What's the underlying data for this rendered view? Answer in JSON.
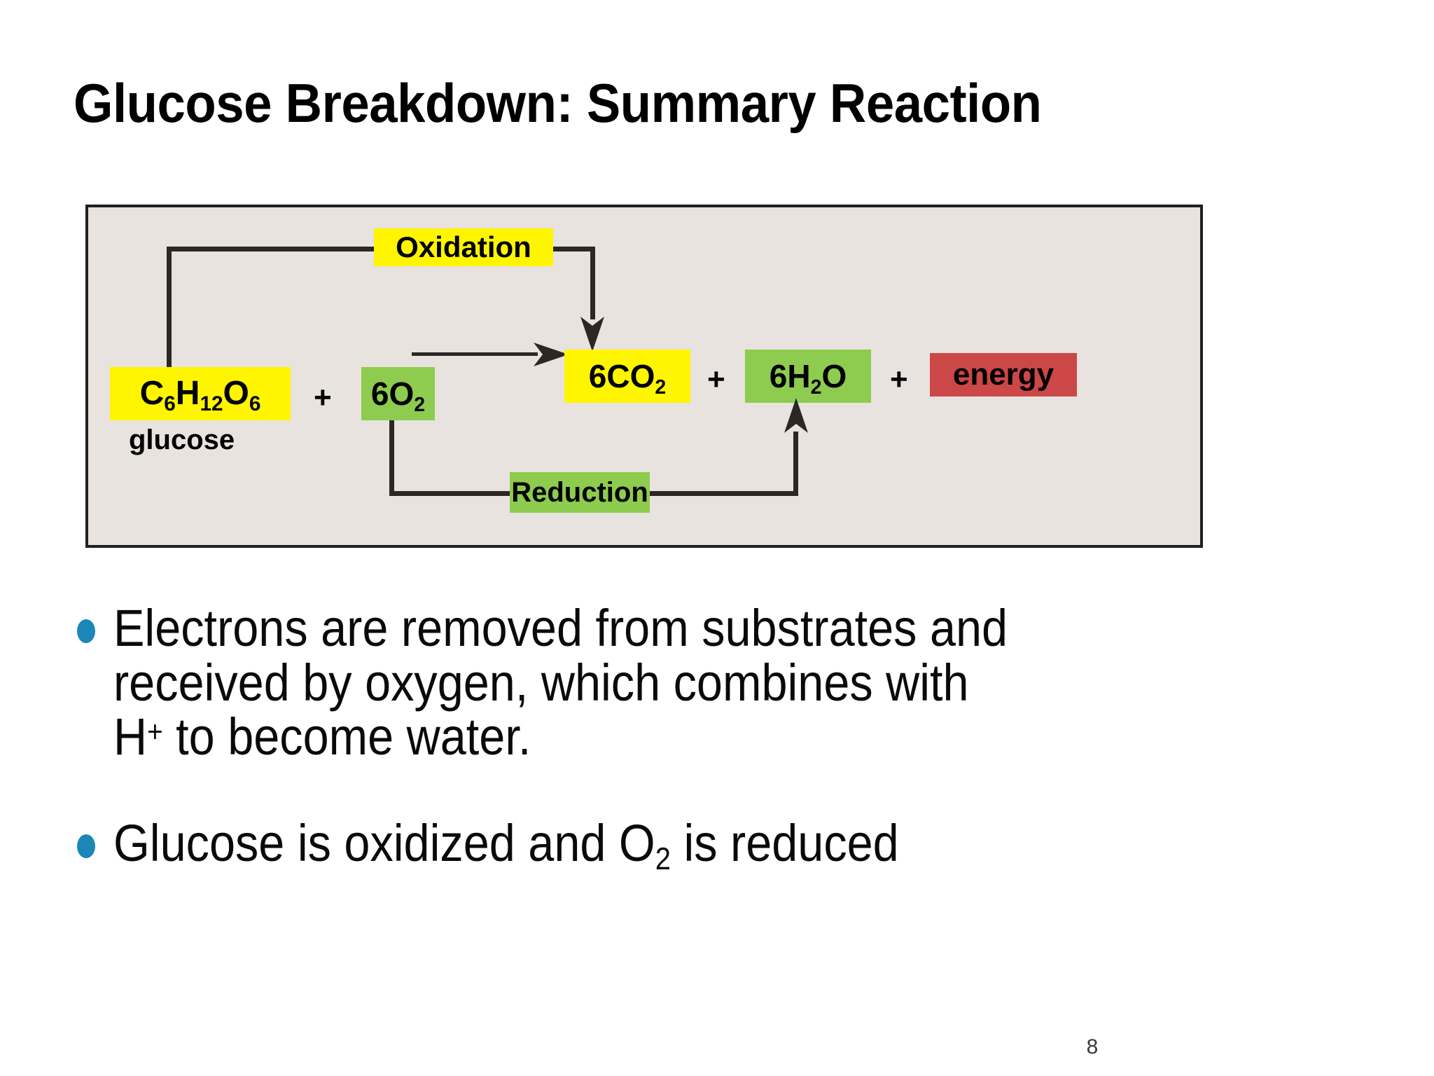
{
  "slide": {
    "title": "Glucose Breakdown: Summary Reaction",
    "page_number": "8"
  },
  "diagram": {
    "panel_bg": "#E8E3DE",
    "border_color": "#231F1D",
    "oxidation_label": "Oxidation",
    "reduction_label": "Reduction",
    "glucose_caption": "glucose",
    "plus_1": "+",
    "plus_2": "+",
    "plus_3": "+",
    "boxes": [
      {
        "id": "glucose",
        "formula_main": "C",
        "text": "C6H12O6",
        "color": "#FFF500",
        "color_name": "yellow"
      },
      {
        "id": "oxygen",
        "text": "6O2",
        "color": "#8DCC4F",
        "color_name": "green"
      },
      {
        "id": "co2",
        "text": "6CO2",
        "color": "#FFF500",
        "color_name": "yellow"
      },
      {
        "id": "water",
        "text": "6H2O",
        "color": "#8DCC4F",
        "color_name": "green"
      },
      {
        "id": "energy",
        "text": "energy",
        "color": "#CC4747",
        "color_name": "red"
      }
    ],
    "equation_parts": {
      "glucose_formula_c": "C",
      "glucose_sub_6a": "6",
      "glucose_h": "H",
      "glucose_sub_12": "12",
      "glucose_o": "O",
      "glucose_sub_6b": "6",
      "oxygen_num": "6O",
      "oxygen_sub": "2",
      "co2_num": "6CO",
      "co2_sub": "2",
      "water_num": "6H",
      "water_sub": "2",
      "water_o": "O",
      "energy_text": "energy"
    }
  },
  "bullets": {
    "accent_color": "#1B87B8",
    "items": [
      {
        "id": "bullet-electrons",
        "line1": "Electrons are removed from substrates and",
        "line2": "received by oxygen, which combines with",
        "line3_pre": "H",
        "line3_sup": "+",
        "line3_post": " to become water."
      },
      {
        "id": "bullet-glucose-oxidized",
        "pre": "Glucose is oxidized and O",
        "sub": "2",
        "post": " is reduced"
      }
    ]
  }
}
